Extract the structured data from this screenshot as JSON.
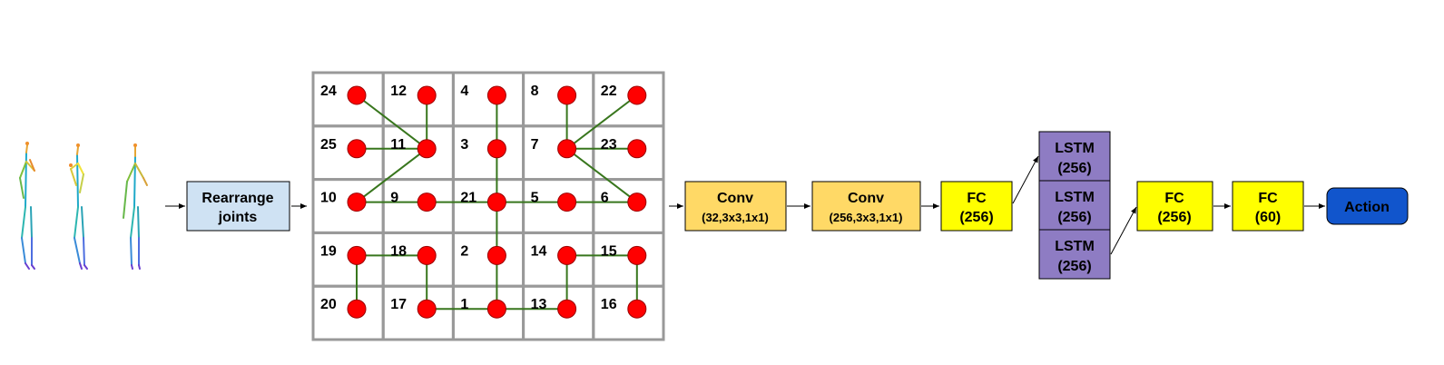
{
  "input_label": "",
  "rearrange": {
    "line1": "Rearrange",
    "line2": "joints"
  },
  "grid": {
    "cells": [
      [
        "24",
        "12",
        "4",
        "8",
        "22"
      ],
      [
        "25",
        "11",
        "3",
        "7",
        "23"
      ],
      [
        "10",
        "9",
        "21",
        "5",
        "6"
      ],
      [
        "19",
        "18",
        "2",
        "14",
        "15"
      ],
      [
        "20",
        "17",
        "1",
        "13",
        "16"
      ]
    ]
  },
  "layers": {
    "conv1": {
      "title": "Conv",
      "params": "(32,3x3,1x1)"
    },
    "conv2": {
      "title": "Conv",
      "params": "(256,3x3,1x1)"
    },
    "fc1": {
      "title": "FC",
      "params": "(256)"
    },
    "lstm1": {
      "title": "LSTM",
      "params": "(256)"
    },
    "lstm2": {
      "title": "LSTM",
      "params": "(256)"
    },
    "lstm3": {
      "title": "LSTM",
      "params": "(256)"
    },
    "fc2": {
      "title": "FC",
      "params": "(256)"
    },
    "fc3": {
      "title": "FC",
      "params": "(60)"
    },
    "action": {
      "label": "Action"
    }
  },
  "colors": {
    "rearrange_fill": "#cfe2f3",
    "conv_fill": "#ffd966",
    "fc_fill": "#ffff00",
    "lstm_fill": "#8e7cc3",
    "action_fill": "#1155cc",
    "joint_fill": "#ff0000",
    "bone_stroke": "#38761d",
    "grid_stroke": "#999999"
  }
}
